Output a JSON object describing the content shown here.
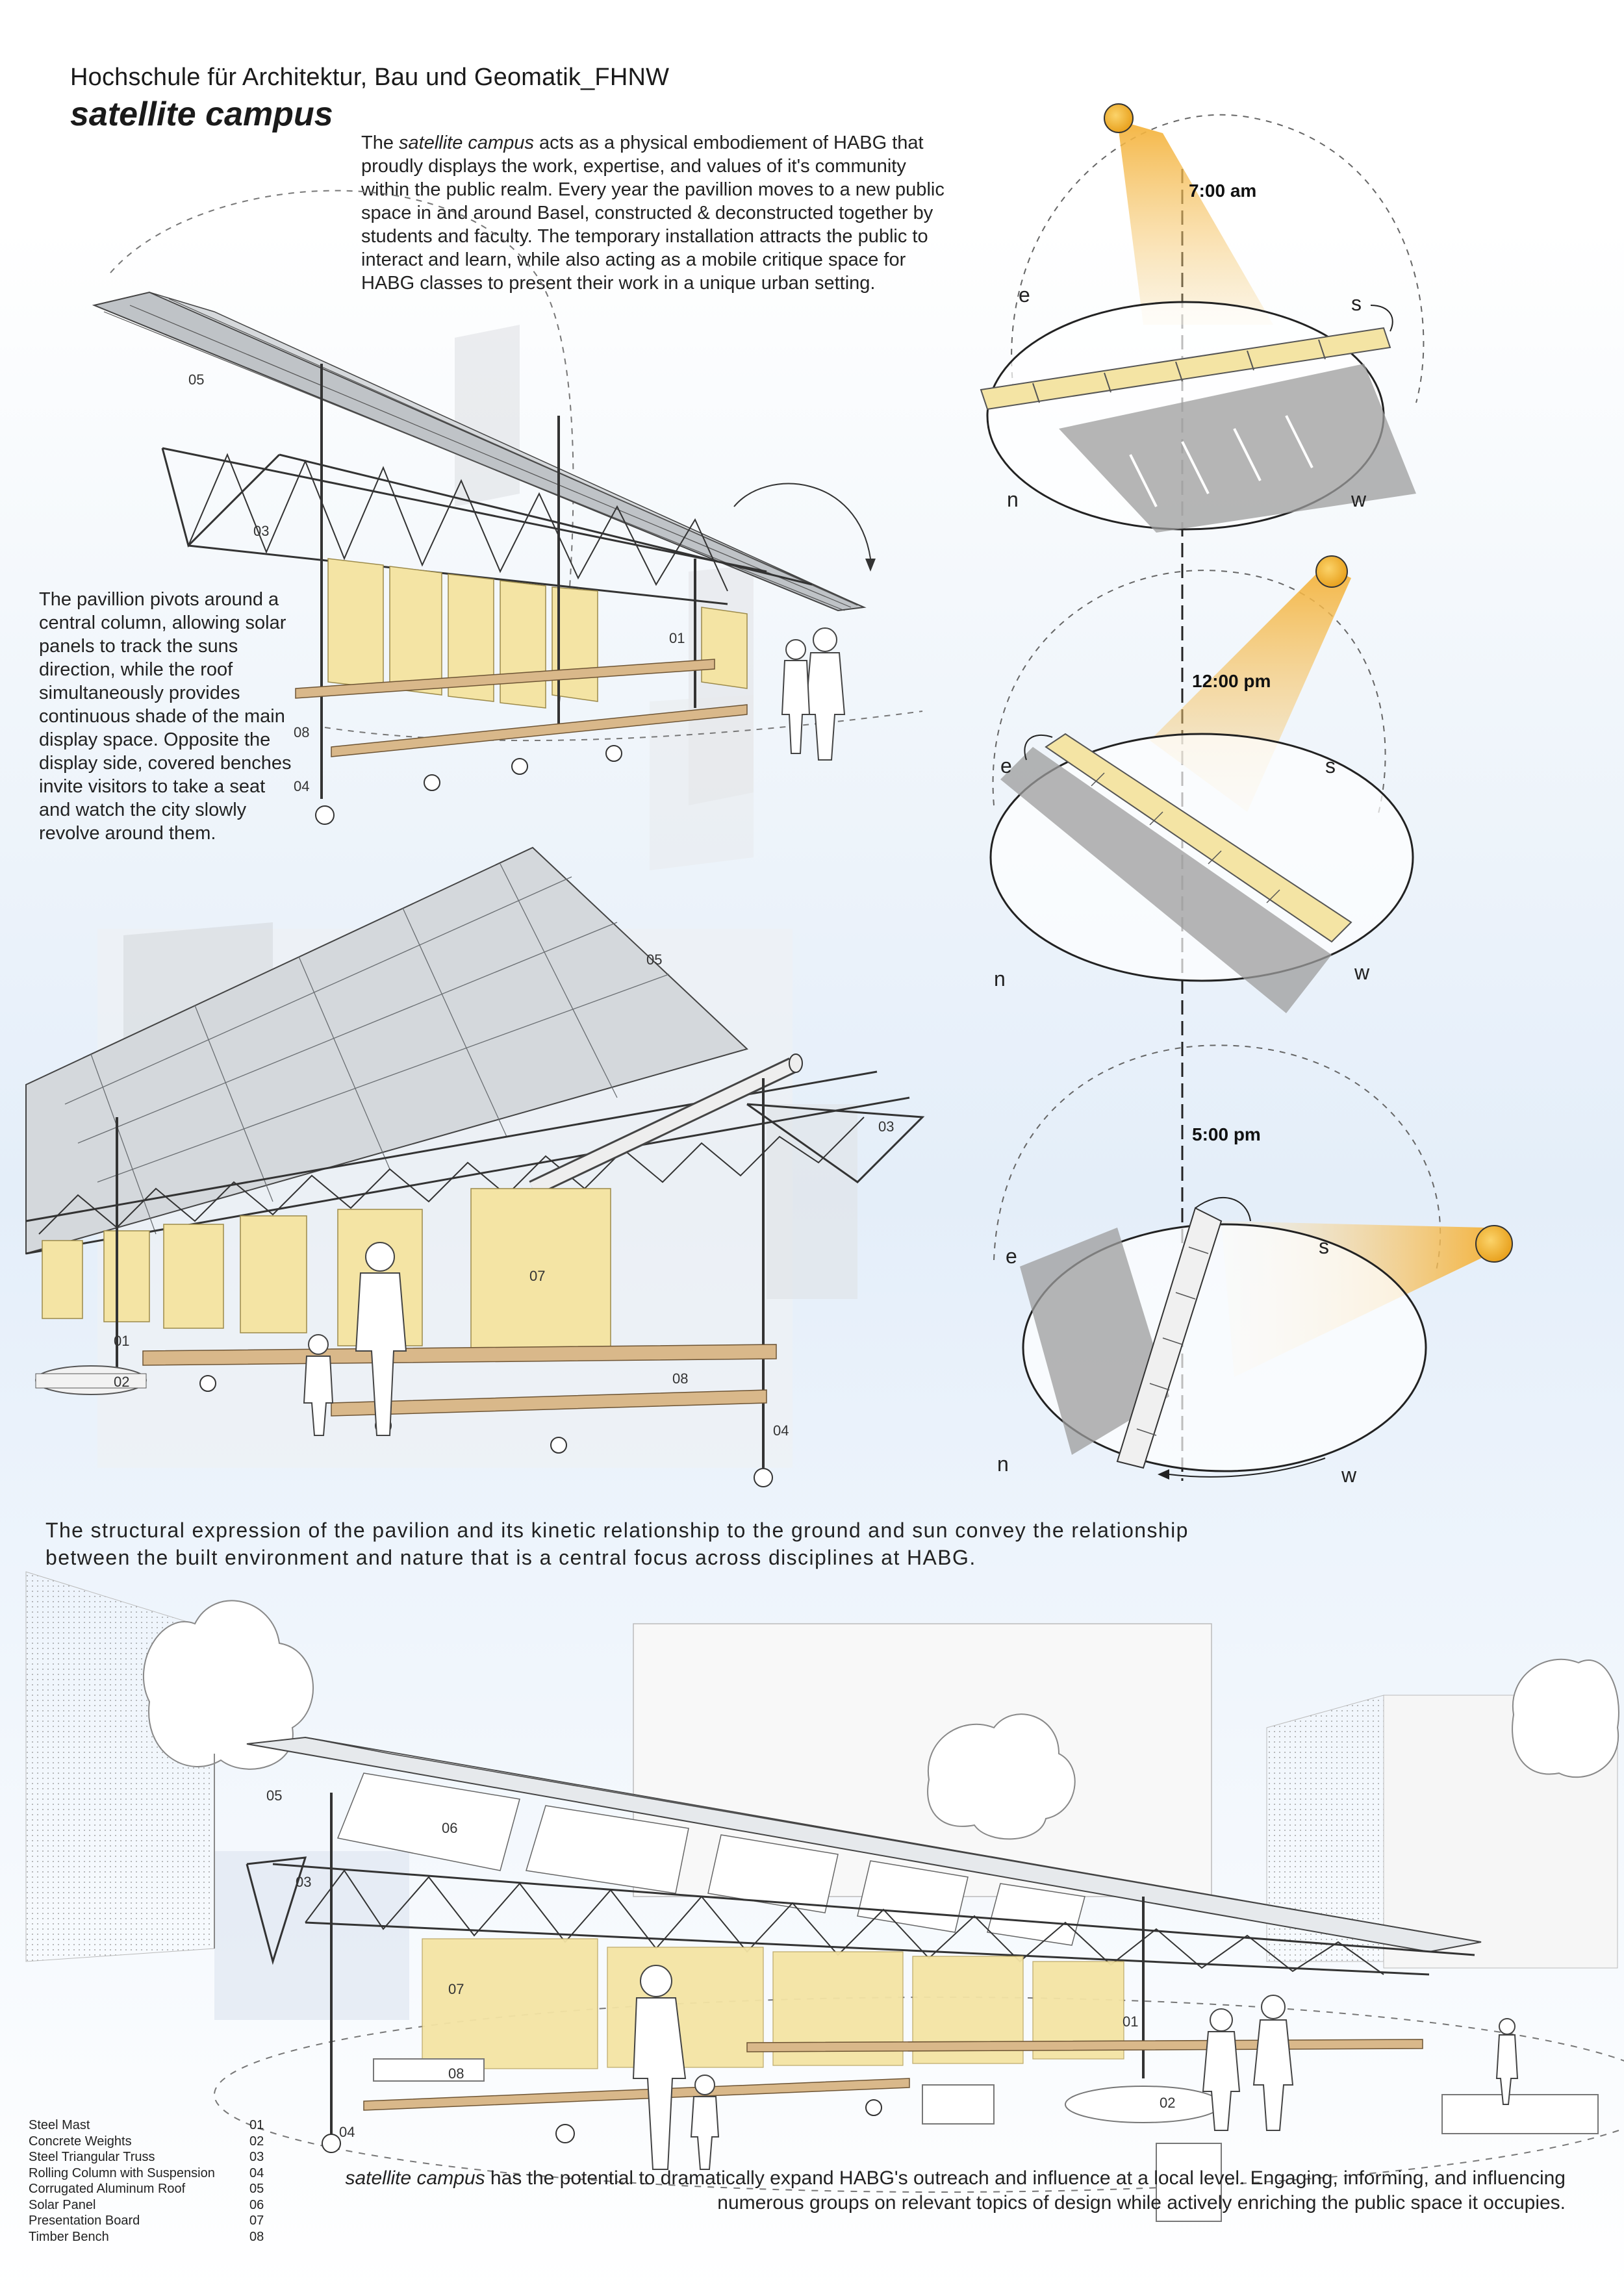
{
  "header": {
    "school": "Hochschule für Architektur, Bau und Geomatik_FHNW",
    "project_title": "satellite campus"
  },
  "intro": {
    "lead_italic": "satellite campus",
    "text_before": "The ",
    "text_after": " acts as a physical embodiement of HABG that proudly displays the work, expertise, and values of it's community within the public realm. Every year the pavillion moves to a new public space in and around Basel, constructed & deconstructed together by students and faculty. The temporary installation attracts the public to interact and learn, while also acting as a mobile critique space for HABG classes to present their work in a unique urban setting."
  },
  "pivot_text": "The pavillion pivots around a central column, allowing solar panels to track the suns direction, while the roof simultaneously provides continuous shade of the main display space. Opposite the display side, covered benches invite visitors to take a seat and watch the city slowly revolve around them.",
  "structural_text": "The structural expression of the pavilion and its kinetic relationship to the ground and sun convey the relationship between the built environment and nature that is a central focus across disciplines at HABG.",
  "closing": {
    "lead_italic": "satellite campus",
    "text_after": " has the potential to dramatically expand HABG's outreach and influence at a local level. Engaging, informing, and influencing numerous groups on relevant topics of design while actively enriching the public space it occupies."
  },
  "legend": [
    {
      "name": "Steel Mast",
      "num": "01"
    },
    {
      "name": "Concrete Weights",
      "num": "02"
    },
    {
      "name": "Steel Triangular Truss",
      "num": "03"
    },
    {
      "name": "Rolling Column with Suspension",
      "num": "04"
    },
    {
      "name": "Corrugated Aluminum Roof",
      "num": "05"
    },
    {
      "name": "Solar Panel",
      "num": "06"
    },
    {
      "name": "Presentation Board",
      "num": "07"
    },
    {
      "name": "Timber Bench",
      "num": "08"
    }
  ],
  "sun_study": {
    "times": [
      "7:00 am",
      "12:00 pm",
      "5:00 pm"
    ],
    "directions": {
      "east": "e",
      "south": "s",
      "north": "n",
      "west": "w"
    }
  },
  "callouts": {
    "c01": "01",
    "c02": "02",
    "c03": "03",
    "c04": "04",
    "c05": "05",
    "c06": "06",
    "c07": "07",
    "c08": "08"
  },
  "colors": {
    "panel_yellow": "#f4e4a4",
    "sun_orange": "#f4b23a",
    "wood": "#d9b88a",
    "shadow_grey": "#9a9a9a",
    "sky_blue": "#e4eef9"
  }
}
